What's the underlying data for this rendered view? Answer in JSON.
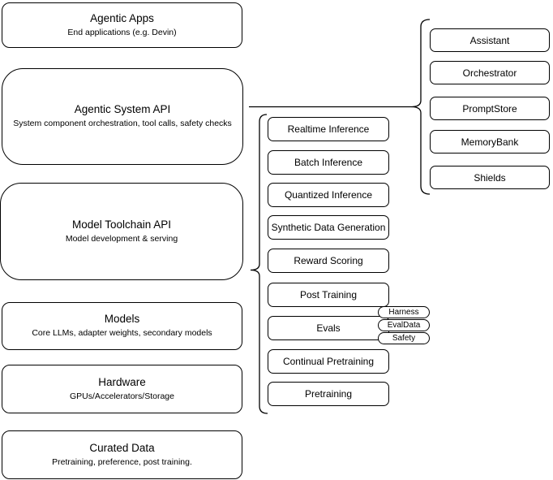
{
  "colors": {
    "border": "#000000",
    "background": "#ffffff",
    "text": "#000000"
  },
  "left_stack": [
    {
      "title": "Agentic Apps",
      "subtitle": "End applications (e.g. Devin)"
    },
    {
      "title": "Agentic System API",
      "subtitle": "System component orchestration, tool calls, safety checks"
    },
    {
      "title": "Model Toolchain API",
      "subtitle": "Model development & serving"
    },
    {
      "title": "Models",
      "subtitle": "Core LLMs, adapter weights, secondary models"
    },
    {
      "title": "Hardware",
      "subtitle": "GPUs/Accelerators/Storage"
    },
    {
      "title": "Curated Data",
      "subtitle": "Pretraining, preference, post training."
    }
  ],
  "toolchain_services": [
    "Realtime Inference",
    "Batch Inference",
    "Quantized Inference",
    "Synthetic Data Generation",
    "Reward Scoring",
    "Post Training",
    "Evals",
    "Continual Pretraining",
    "Pretraining"
  ],
  "eval_tags": [
    "Harness",
    "EvalData",
    "Safety"
  ],
  "system_components": [
    "Assistant",
    "Orchestrator",
    "PromptStore",
    "MemoryBank",
    "Shields"
  ]
}
